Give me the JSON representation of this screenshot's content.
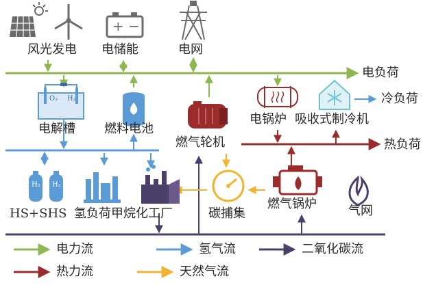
{
  "nodes": {
    "wind_solar": "风光发电",
    "storage": "电储能",
    "grid": "电网",
    "electric_load": "电负荷",
    "electrolyzer": "电解槽",
    "fuel_cell": "燃料电池",
    "gas_turbine": "燃气轮机",
    "electric_boiler": "电锅炉",
    "absorption_chiller": "吸收式制冷机",
    "cooling_load": "冷负荷",
    "heat_load": "热负荷",
    "hydrogen_storage": "HS+SHS",
    "hydrogen_load": "氢负荷",
    "methanation_plant": "甲烷化工厂",
    "carbon_capture": "碳捕集",
    "gas_boiler": "燃气锅炉",
    "gas_network": "气网"
  },
  "icon_text": {
    "battery_symbol": "+ −",
    "electrolyzer_o2": "O₂",
    "electrolyzer_h2": "H₂",
    "tank_h2": "H₂"
  },
  "legend": [
    {
      "label": "电力流",
      "color": "#8db84f"
    },
    {
      "label": "氢气流",
      "color": "#5b9bd5"
    },
    {
      "label": "二氧化碳流",
      "color": "#4a3f6b"
    },
    {
      "label": "热力流",
      "color": "#9b2c2c"
    },
    {
      "label": "天然气流",
      "color": "#f2b330"
    }
  ],
  "colors": {
    "power": "#8db84f",
    "hydrogen": "#5b9bd5",
    "co2": "#4a3f6b",
    "heat": "#9b2c2c",
    "gas": "#f2b330",
    "icon_gray": "#6b6b6b"
  }
}
